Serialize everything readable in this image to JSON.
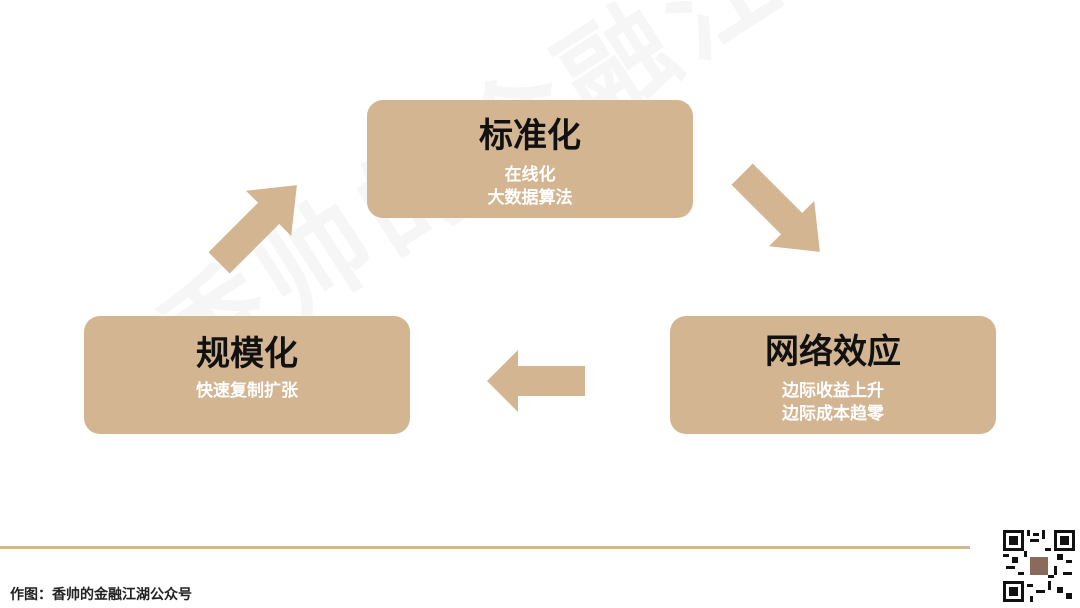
{
  "nodes": {
    "top": {
      "title": "标准化",
      "lines": [
        "在线化",
        "大数据算法"
      ]
    },
    "left": {
      "title": "规模化",
      "lines": [
        "快速复制扩张"
      ]
    },
    "right": {
      "title": "网络效应",
      "lines": [
        "边际收益上升",
        "边际成本趋零"
      ]
    }
  },
  "watermark": "香帅的金融江湖",
  "caption": "作图：香帅的金融江湖公众号",
  "colors": {
    "box": "#d4b592",
    "title_text": "#111111",
    "sub_text": "#ffffff"
  }
}
